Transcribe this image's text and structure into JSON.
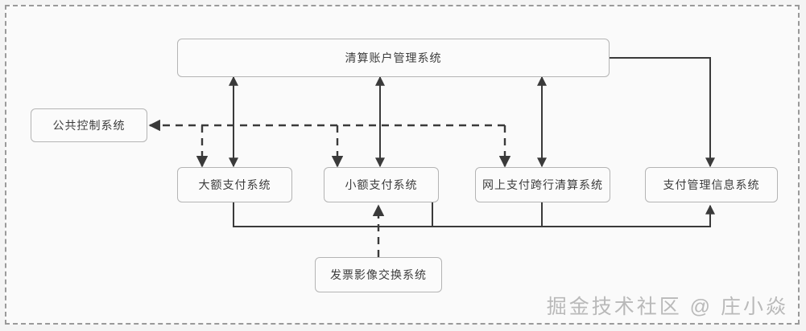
{
  "diagram": {
    "title": "",
    "nodes": [
      {
        "id": "clearing-account",
        "label": "清算账户管理系统"
      },
      {
        "id": "public-control",
        "label": "公共控制系统"
      },
      {
        "id": "large-value",
        "label": "大额支付系统"
      },
      {
        "id": "small-value",
        "label": "小额支付系统"
      },
      {
        "id": "online-interbank",
        "label": "网上支付跨行清算系统"
      },
      {
        "id": "payment-mis",
        "label": "支付管理信息系统"
      },
      {
        "id": "invoice-image",
        "label": "发票影像交换系统"
      }
    ],
    "edges": [
      {
        "from": "clearing-account",
        "to": "large-value",
        "style": "solid",
        "arrows": "both"
      },
      {
        "from": "clearing-account",
        "to": "small-value",
        "style": "solid",
        "arrows": "both"
      },
      {
        "from": "clearing-account",
        "to": "online-interbank",
        "style": "solid",
        "arrows": "both"
      },
      {
        "from": "clearing-account",
        "to": "payment-mis",
        "style": "solid",
        "arrows": "to"
      },
      {
        "from": "large-value",
        "to": "public-control",
        "style": "dashed",
        "arrows": "to"
      },
      {
        "from": "small-value",
        "to": "public-control",
        "style": "dashed",
        "arrows": "to"
      },
      {
        "from": "online-interbank",
        "to": "public-control",
        "style": "dashed",
        "arrows": "to"
      },
      {
        "from": "invoice-image",
        "to": "small-value",
        "style": "dashed",
        "arrows": "to"
      },
      {
        "from": "large-value",
        "to": "payment-mis",
        "style": "solid",
        "arrows": "to"
      },
      {
        "from": "small-value",
        "to": "payment-mis",
        "style": "solid",
        "arrows": "to"
      },
      {
        "from": "online-interbank",
        "to": "payment-mis",
        "style": "solid",
        "arrows": "to"
      }
    ],
    "colors": {
      "page_background": "#f4f4f4",
      "canvas_background": "#fafafa",
      "frame_border": "#9a9a9a",
      "node_fill": "#fbfbfb",
      "node_border": "#b4b4b4",
      "node_text": "#3c3c3c",
      "connector": "#3a3a3a",
      "watermark": "#b9b9b9"
    }
  },
  "watermark": {
    "text": "掘金技术社区 @ 庄小焱"
  }
}
